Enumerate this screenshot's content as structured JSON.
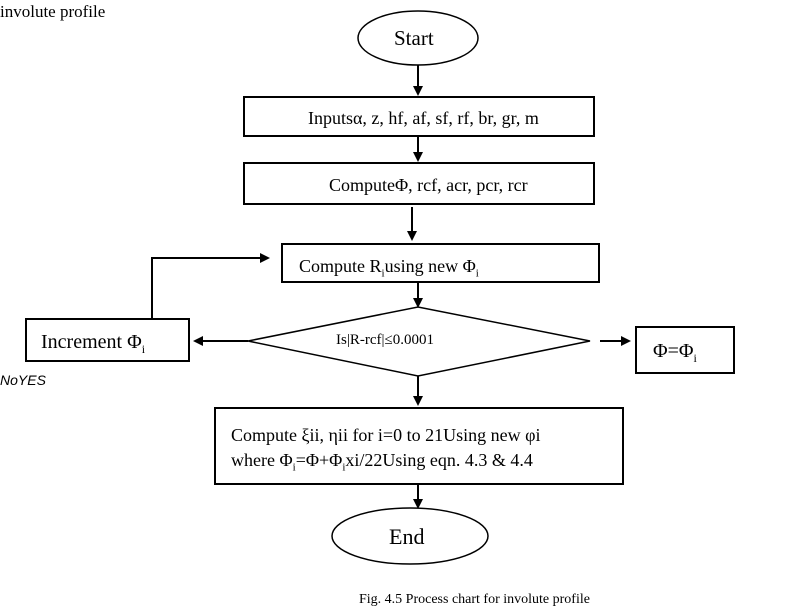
{
  "header": {
    "partial_text": "involute profile"
  },
  "flowchart": {
    "start_label": "Start",
    "inputs_label": "Inputsα, z, hf, af, sf, rf, br, gr, m",
    "compute_phi_label": "ComputeΦ, rcf, acr, pcr, rcr",
    "compute_r": {
      "prefix": "Compute R",
      "sub_i": "i",
      "middle": "using new Φ",
      "sub_i2": "i"
    },
    "decision_label": "Is|R-rcf|≤0.0001",
    "increment": {
      "prefix": "Increment Φ",
      "sub": "i"
    },
    "result": {
      "prefix": "Φ=Φ",
      "sub": "i"
    },
    "branch_labels": "NoYES",
    "compute_xi": {
      "line1": "Compute ξii, ηii  for i=0 to 21Using new φi",
      "line2_prefix": "where    Φ",
      "line2_sub_i": "i",
      "line2_mid": "=Φ+Φ",
      "line2_sub_i2": "i",
      "line2_suffix": "xi/22Using  eqn. 4.3 & 4.4"
    },
    "end_label": "End"
  },
  "caption": "Fig. 4.5 Process chart for involute profile",
  "colors": {
    "stroke": "#000000",
    "background": "#ffffff"
  }
}
